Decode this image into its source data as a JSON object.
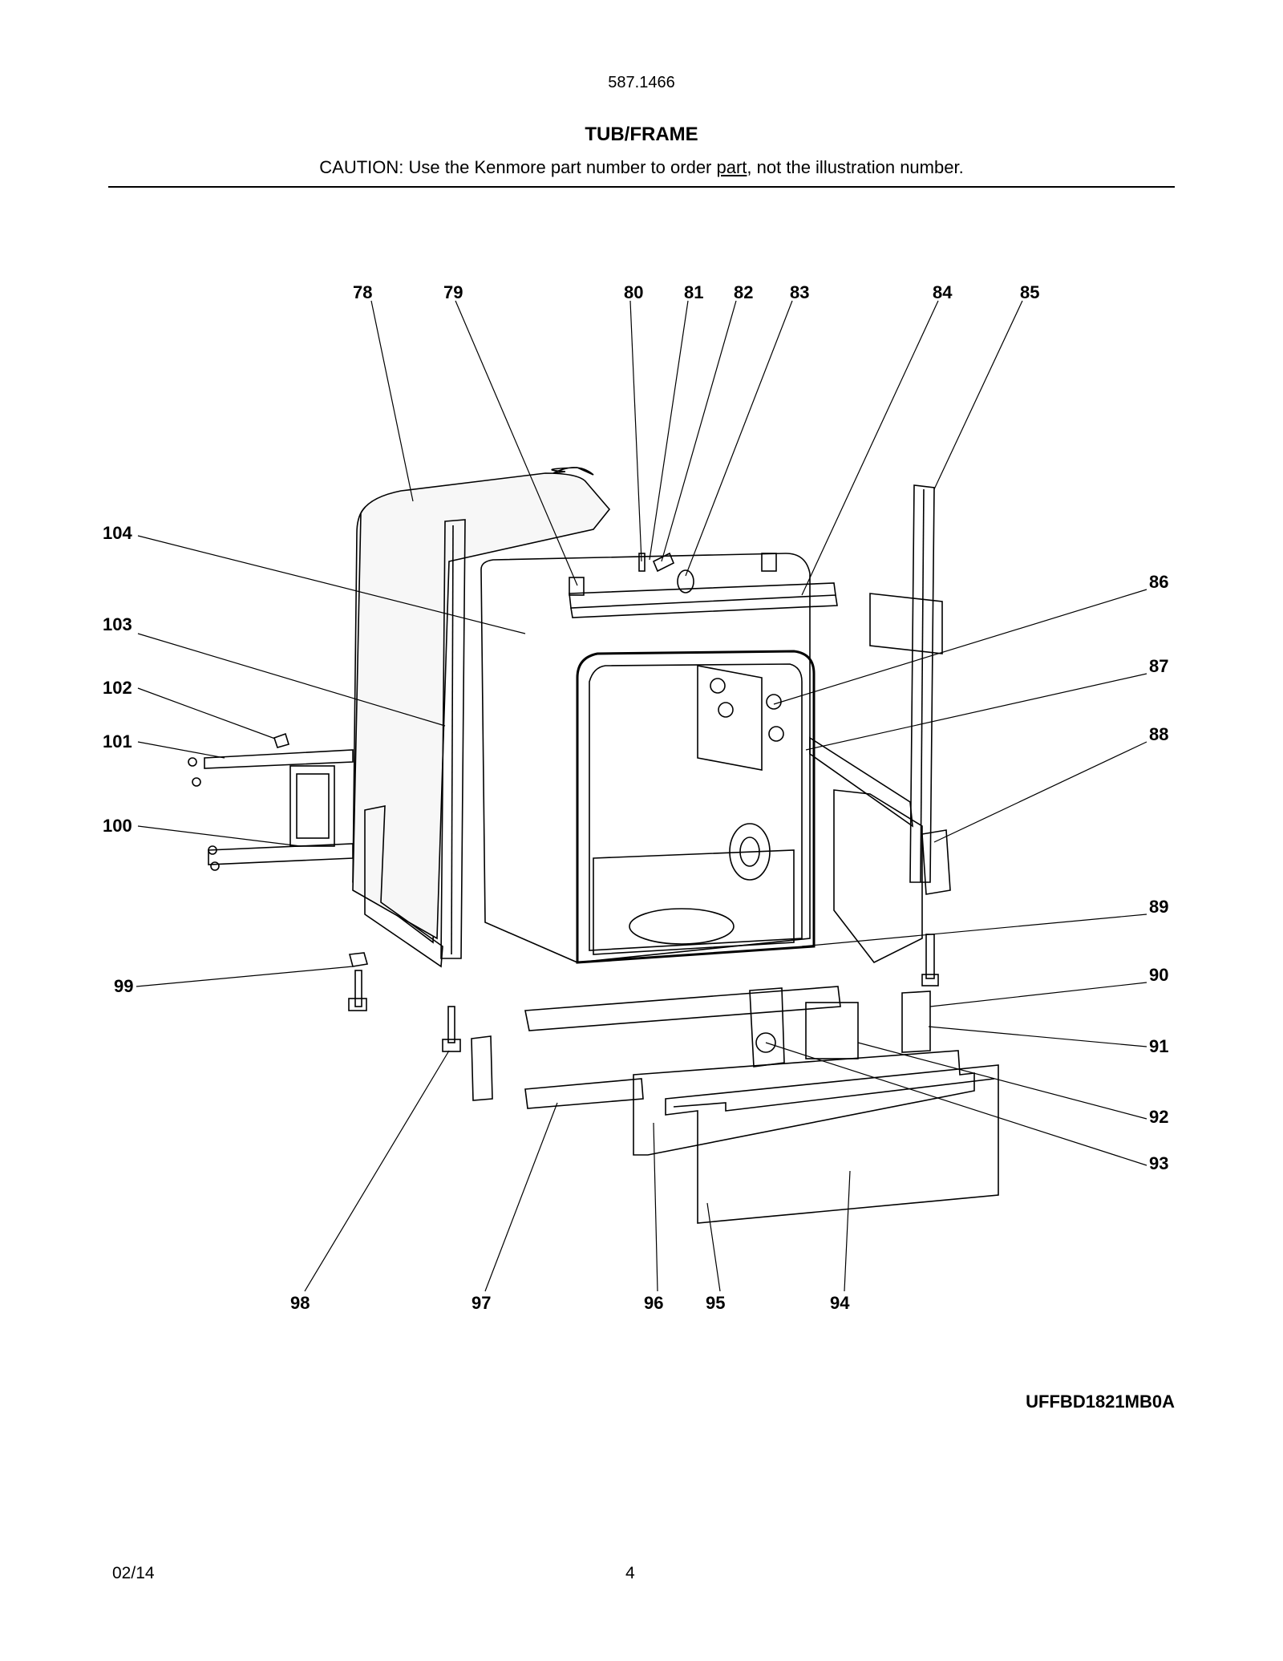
{
  "header": {
    "model_number": "587.1466",
    "title": "TUB/FRAME",
    "caution_prefix": "CAUTION: Use the Kenmore part number to order ",
    "caution_link": "part",
    "caution_suffix": ", not the illustration number."
  },
  "diagram": {
    "callouts": [
      "78",
      "79",
      "80",
      "81",
      "82",
      "83",
      "84",
      "85",
      "86",
      "87",
      "88",
      "89",
      "90",
      "91",
      "92",
      "93",
      "94",
      "95",
      "96",
      "97",
      "98",
      "99",
      "100",
      "101",
      "102",
      "103",
      "104"
    ]
  },
  "footer": {
    "diagram_code": "UFFBD1821MB0A",
    "date": "02/14",
    "page_number": "4"
  }
}
